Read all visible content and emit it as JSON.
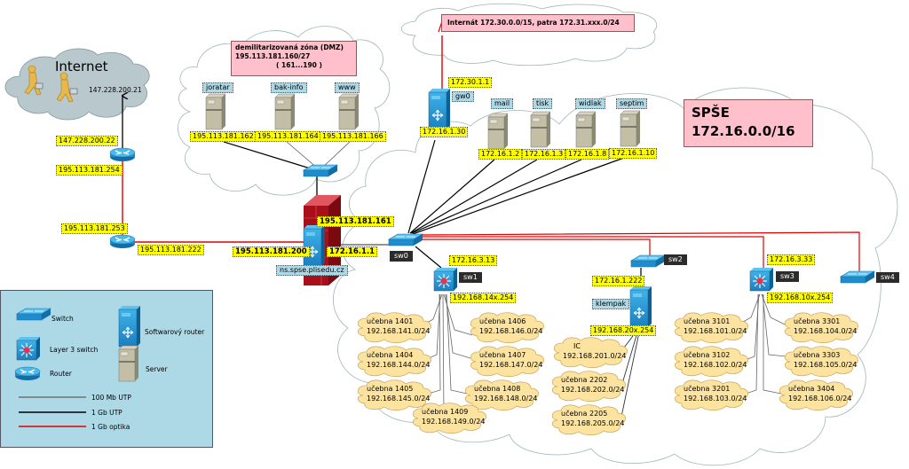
{
  "internet": {
    "title": "Internet",
    "ip": "147.228.200.21"
  },
  "edge_router": {
    "ip_outside": "147.228.200.22",
    "ip_inside": "195.113.181.254"
  },
  "border_router": {
    "ip_up": "195.113.181.253",
    "ip_right": "195.113.181.222"
  },
  "dmz": {
    "title_line1": "demilitarizovaná zóna (DMZ)",
    "title_line2": "195.113.181.160/27",
    "title_line3": "( 161...190 )",
    "servers": [
      {
        "name": "joratar",
        "ip": "195.113.181.162"
      },
      {
        "name": "bak-info",
        "ip": "195.113.181.164"
      },
      {
        "name": "www",
        "ip": "195.113.181.166"
      }
    ]
  },
  "firewall": {
    "name": "ns.spse.plisedu.cz",
    "ip_dmz": "195.113.181.161",
    "ip_outside": "195.113.181.200",
    "ip_inside": "172.16.1.1"
  },
  "dorm": {
    "title": "Internát   172.30.0.0/15, patra 172.31.xxx.0/24"
  },
  "gw0": {
    "name": "gw0",
    "ip_up": "172.30.1.1",
    "ip_down": "172.16.1.30"
  },
  "lan_servers": [
    {
      "name": "mail",
      "ip": "172.16.1.2"
    },
    {
      "name": "tisk",
      "ip": "172.16.1.3"
    },
    {
      "name": "widlak",
      "ip": "172.16.1.8"
    },
    {
      "name": "septim",
      "ip": "172.16.1.10"
    }
  ],
  "school": {
    "title_line1": "SPŠE",
    "title_line2": "172.16.0.0/16"
  },
  "switches": {
    "sw0": "sw0",
    "sw1": {
      "name": "sw1",
      "ip_up": "172.16.3.13",
      "ip_down": "192.168.14x.254"
    },
    "sw2": {
      "name": "sw2",
      "ip_up": "172.16.1.222"
    },
    "klempak": {
      "name": "klempak",
      "ip_down": "192.168.20x.254"
    },
    "sw3": {
      "name": "sw3",
      "ip_up": "172.16.3.33",
      "ip_down": "192.168.10x.254"
    },
    "sw4": {
      "name": "sw4"
    }
  },
  "classrooms_sw1": [
    {
      "name": "učebna 1401",
      "net": "192.168.141.0/24"
    },
    {
      "name": "učebna 1406",
      "net": "192.168.146.0/24"
    },
    {
      "name": "učebna 1404",
      "net": "192.168.144.0/24"
    },
    {
      "name": "učebna 1407",
      "net": "192.168.147.0/24"
    },
    {
      "name": "učebna 1405",
      "net": "192.168.145.0/24"
    },
    {
      "name": "učebna 1408",
      "net": "192.168.148.0/24"
    },
    {
      "name": "učebna 1409",
      "net": "192.168.149.0/24"
    }
  ],
  "classrooms_klempak": [
    {
      "name": "IC",
      "net": "192.168.201.0/24"
    },
    {
      "name": "učebna 2202",
      "net": "192.168.202.0/24"
    },
    {
      "name": "učebna 2205",
      "net": "192.168.205.0/24"
    }
  ],
  "classrooms_sw3": [
    {
      "name": "učebna 3101",
      "net": "192.168.101.0/24"
    },
    {
      "name": "učebna 3301",
      "net": "192.168.104.0/24"
    },
    {
      "name": "učebna 3102",
      "net": "192.168.102.0/24"
    },
    {
      "name": "učebna 3303",
      "net": "192.168.105.0/24"
    },
    {
      "name": "učebna 3201",
      "net": "192.168.103.0/24"
    },
    {
      "name": "učebna 3404",
      "net": "192.168.106.0/24"
    }
  ],
  "legend": {
    "switch": "Switch",
    "l3switch": "Layer 3 switch",
    "router": "Router",
    "softrouter": "Softwarový router",
    "server": "Server",
    "line_100mb": "100 Mb UTP",
    "line_1gb": "1 Gb UTP",
    "line_fiber": "1 Gb optika"
  },
  "colors": {
    "fiber": "#e00000",
    "utp1g": "#000000",
    "utp100": "#707070",
    "ip_label": "#ffff00",
    "host_label": "#add8e6",
    "title_box": "#ffc0cb",
    "classroom_cloud": "#fde3a0",
    "internet_cloud": "#b8c8cc"
  }
}
